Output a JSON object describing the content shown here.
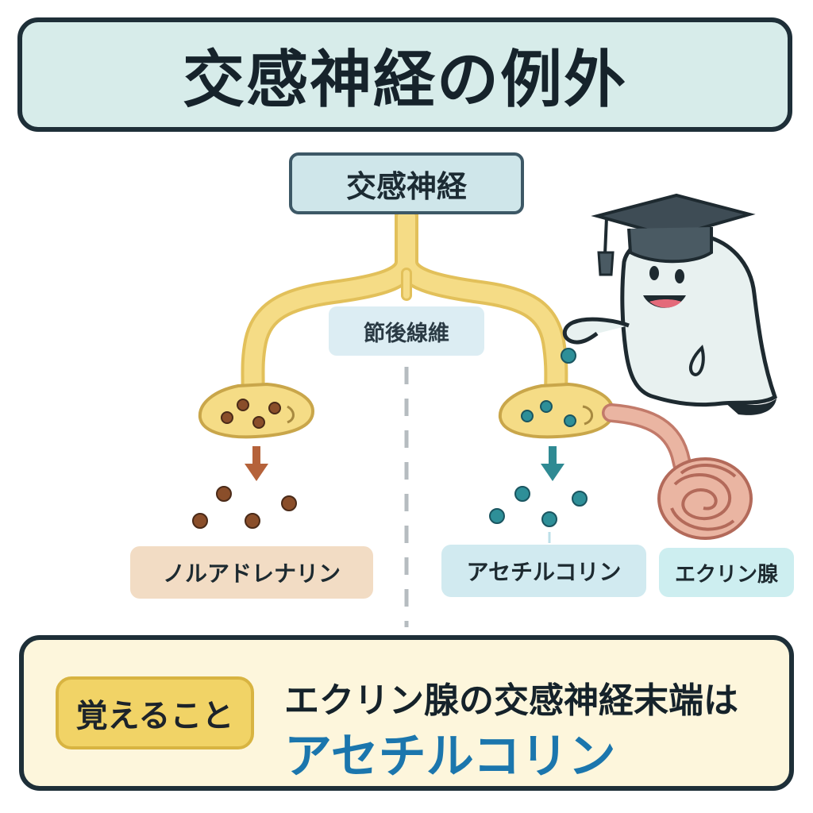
{
  "title": "交感神経の例外",
  "root_label": "交感神経",
  "postganglionic_label": "節後線維",
  "left_branch": {
    "transmitter_label": "ノルアドレナリン",
    "color": "#b5623a"
  },
  "right_branch": {
    "transmitter_label": "アセチルコリン",
    "color": "#2f8a93"
  },
  "target_label": "エクリン腺",
  "memo": {
    "badge": "覚えること",
    "line1": "エクリン腺の交感神経末端は",
    "line2": "アセチルコリン"
  },
  "colors": {
    "nerve": "#f5dc86",
    "nerve_outline": "#e2c05a",
    "noradrenaline_dot": "#8a4e2a",
    "acetylcholine_dot": "#2e8f98",
    "gland": "#eab5a2",
    "accent_blue": "#1b76ad"
  },
  "icons": [
    "down-arrow-icon",
    "graduation-cap-icon",
    "ghost-mascot-icon"
  ]
}
